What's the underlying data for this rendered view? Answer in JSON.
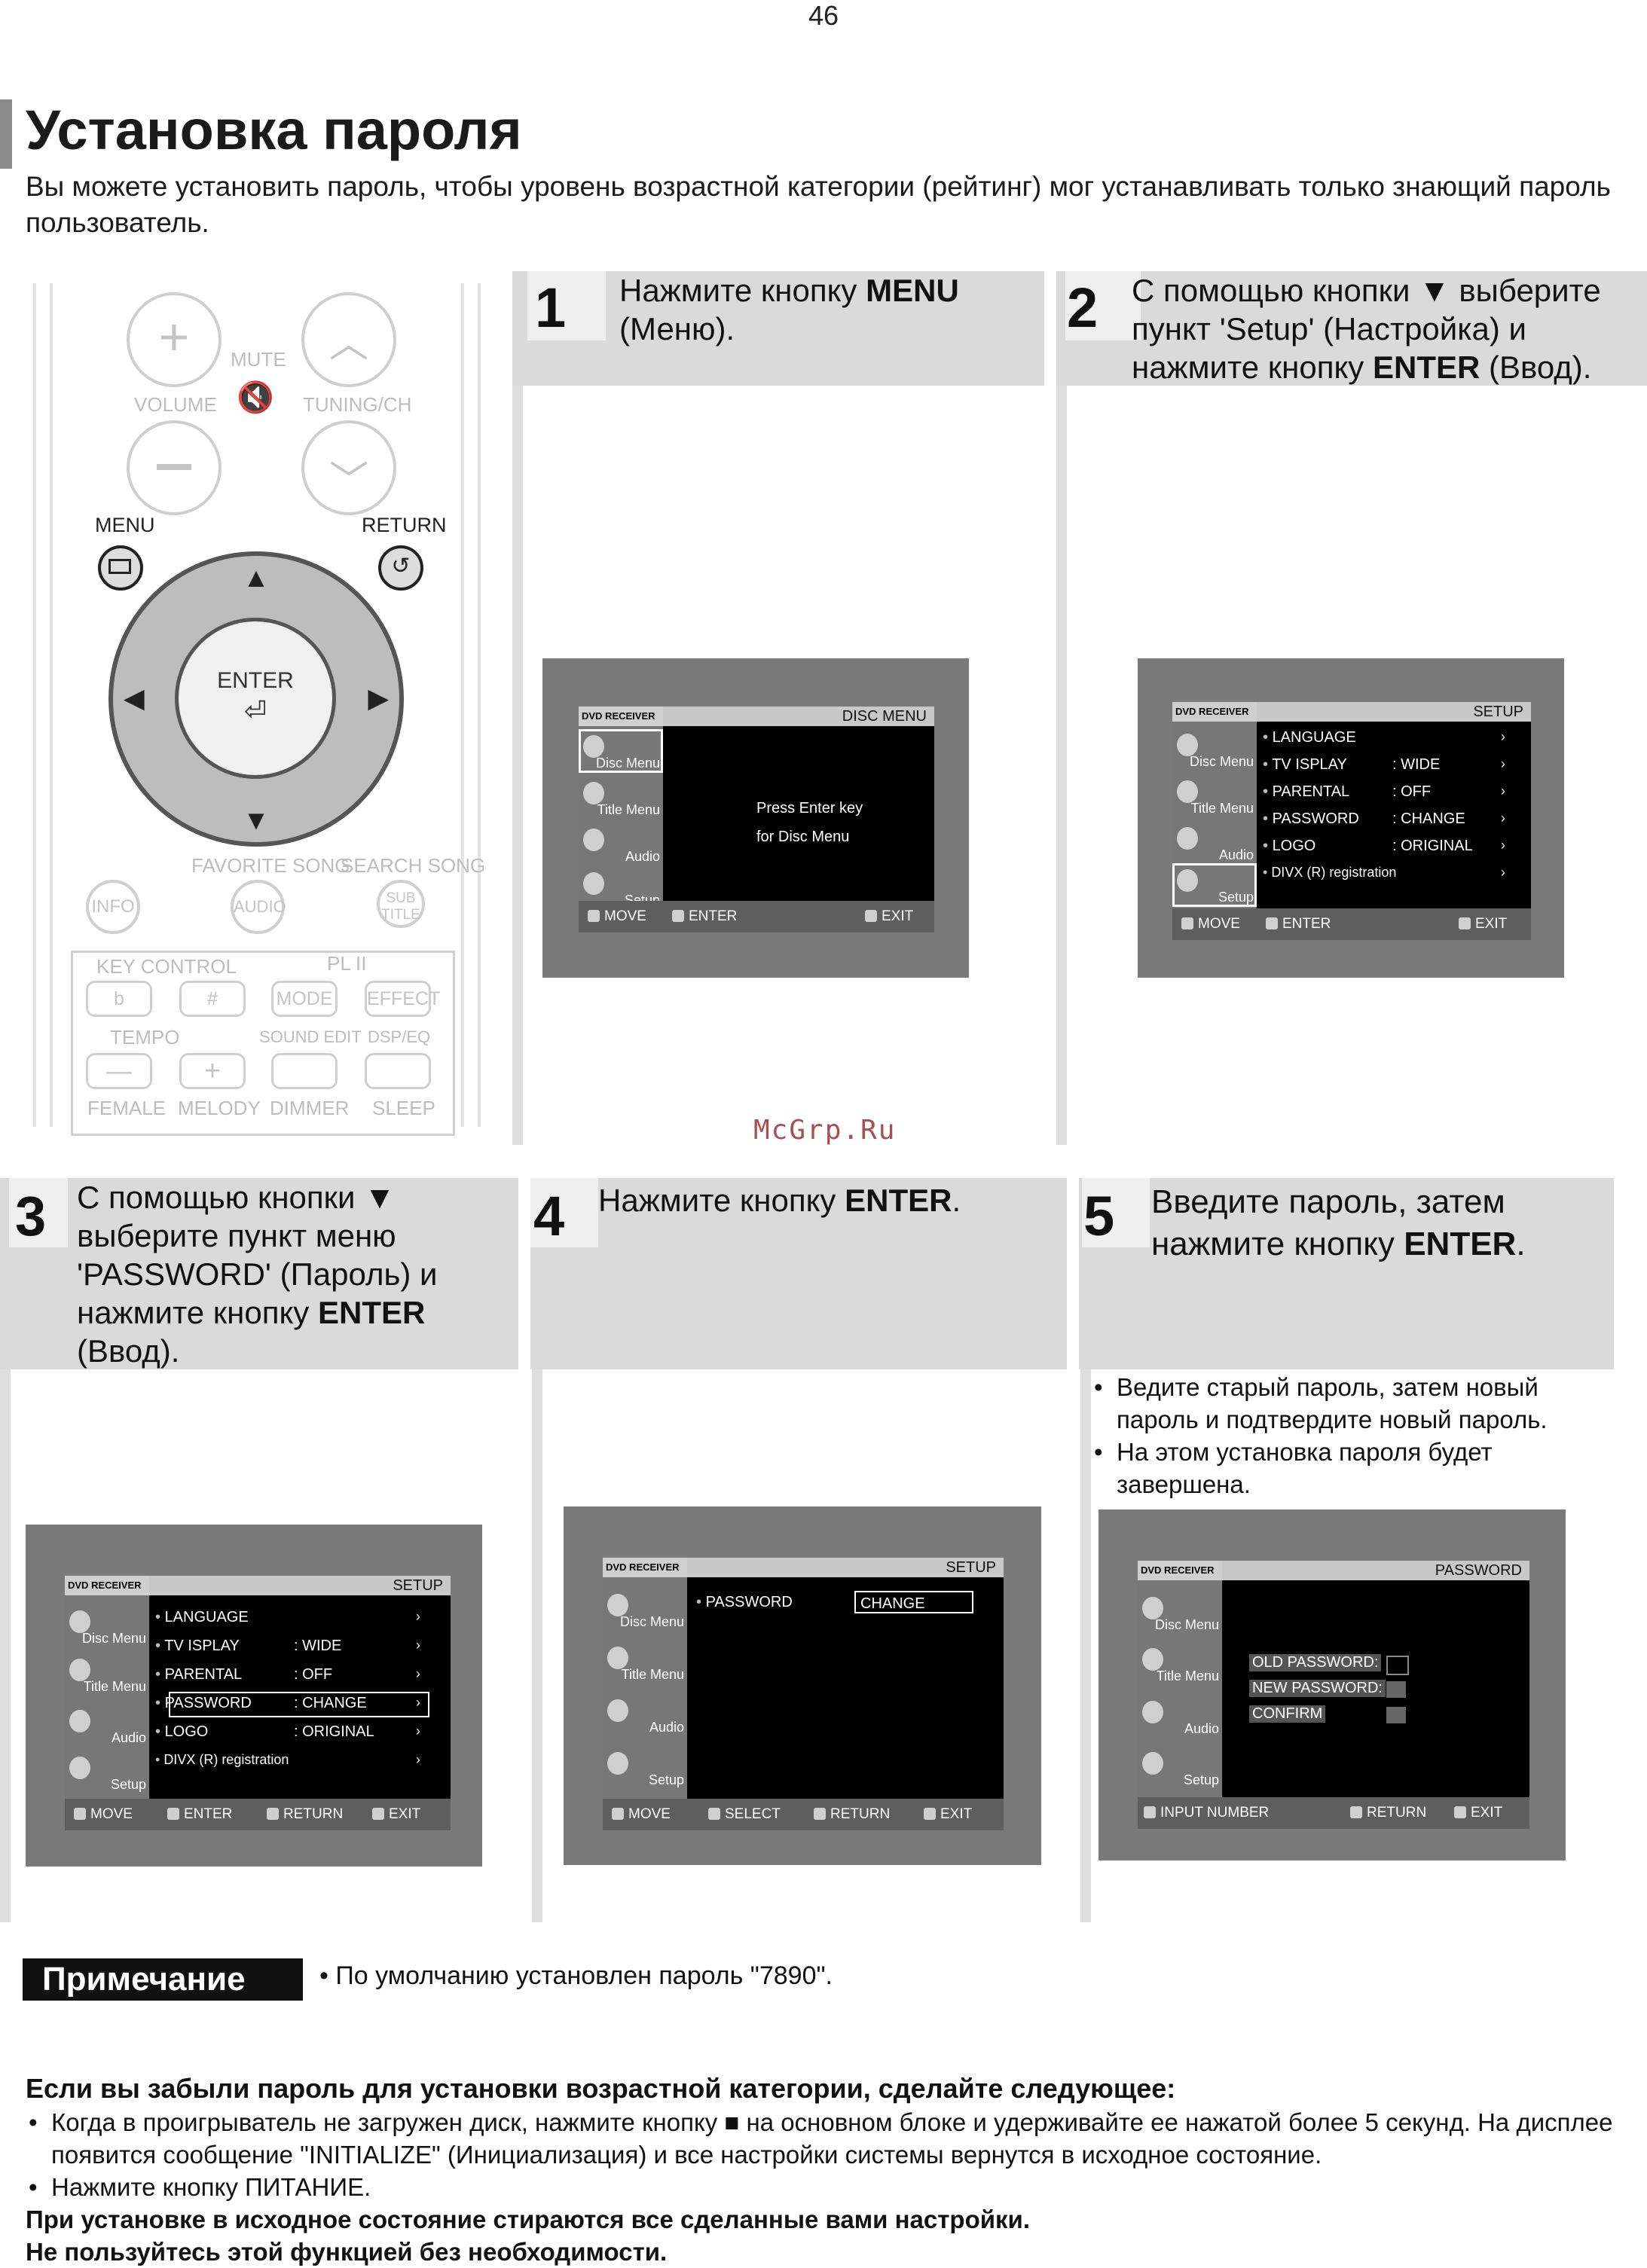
{
  "page_number": "46",
  "title": "Установка пароля",
  "intro": "Вы можете установить пароль, чтобы уровень возрастной категории (рейтинг) мог устанавливать только знающий пароль пользователь.",
  "remote": {
    "volume": "VOLUME",
    "mute": "MUTE",
    "tuning": "TUNING/CH",
    "menu": "MENU",
    "return": "RETURN",
    "enter": "ENTER",
    "favorite": "FAVORITE SONG",
    "search": "SEARCH SONG",
    "info": "INFO",
    "audio": "AUDIO",
    "sub_title": "SUB TITLE",
    "key_control": "KEY CONTROL",
    "pl2": "PL II",
    "b": "b",
    "sharp": "#",
    "mode": "MODE",
    "effect": "EFFECT",
    "tempo": "TEMPO",
    "sound_edit": "SOUND EDIT",
    "dsp_eq": "DSP/EQ",
    "female": "FEMALE",
    "melody": "MELODY",
    "dimmer": "DIMMER",
    "sleep": "SLEEP"
  },
  "steps": [
    {
      "num": "1",
      "pre": "Нажмите кнопку ",
      "bold": "MENU",
      "post": " (Меню)."
    },
    {
      "num": "2",
      "pre": "С помощью кнопки ▼ выберите пункт 'Setup' (Настройка) и нажмите кнопку ",
      "bold": "ENTER",
      "post": " (Ввод)."
    },
    {
      "num": "3",
      "pre": "С помощью кнопки ▼ выберите пункт меню 'PASSWORD' (Пароль) и нажмите кнопку ",
      "bold": "ENTER",
      "post": " (Ввод)."
    },
    {
      "num": "4",
      "pre": "Нажмите кнопку ",
      "bold": "ENTER",
      "post": "."
    },
    {
      "num": "5",
      "pre": "Введите пароль, затем нажмите кнопку ",
      "bold": "ENTER",
      "post": "."
    }
  ],
  "step5_bullets": [
    "Ведите старый пароль, затем новый пароль и подтвердите новый пароль.",
    "На этом установка пароля будет завершена."
  ],
  "screen": {
    "brand": "DVD RECEIVER",
    "disc_menu": "Disc Menu",
    "title_menu": "Title Menu",
    "audio": "Audio",
    "setup": "Setup",
    "hdr_disc": "DISC MENU",
    "hdr_setup": "SETUP",
    "hdr_password": "PASSWORD",
    "press_enter": "Press Enter key",
    "for_disc": "for Disc Menu",
    "language": "LANGUAGE",
    "tv_display": "TV  ISPLAY",
    "parental": "PARENTAL",
    "password": "PASSWORD",
    "logo": "LOGO",
    "divx": "DIVX (R) registration",
    "wide": "WIDE",
    "off": "OFF",
    "change": "CHANGE",
    "original": "ORIGINAL",
    "move": "MOVE",
    "enter": "ENTER",
    "exit": "EXIT",
    "return": "RETURN",
    "select": "SELECT",
    "input_number": "INPUT NUMBER",
    "old_password": "OLD PASSWORD:",
    "new_password": "NEW PASSWORD:",
    "confirm": "CONFIRM"
  },
  "watermark": "McGrp.Ru",
  "note": {
    "label": "Примечание",
    "text": "По умолчанию установлен пароль \"7890\"."
  },
  "forgot": {
    "heading": "Если вы забыли пароль для установки возрастной категории, сделайте следующее:",
    "b1": "Когда в проигрыватель не загружен диск, нажмите кнопку ■ на основном блоке и удерживайте ее нажатой более 5 секунд. На дисплее появится сообщение \"INITIALIZE\" (Инициализация) и все настройки системы вернутся в исходное состояние.",
    "b2": "Нажмите кнопку ПИТАНИЕ.",
    "w1": "При установке в исходное состояние стираются все сделанные вами настройки.",
    "w2": "Не пользуйтесь этой функцией без необходимости."
  }
}
